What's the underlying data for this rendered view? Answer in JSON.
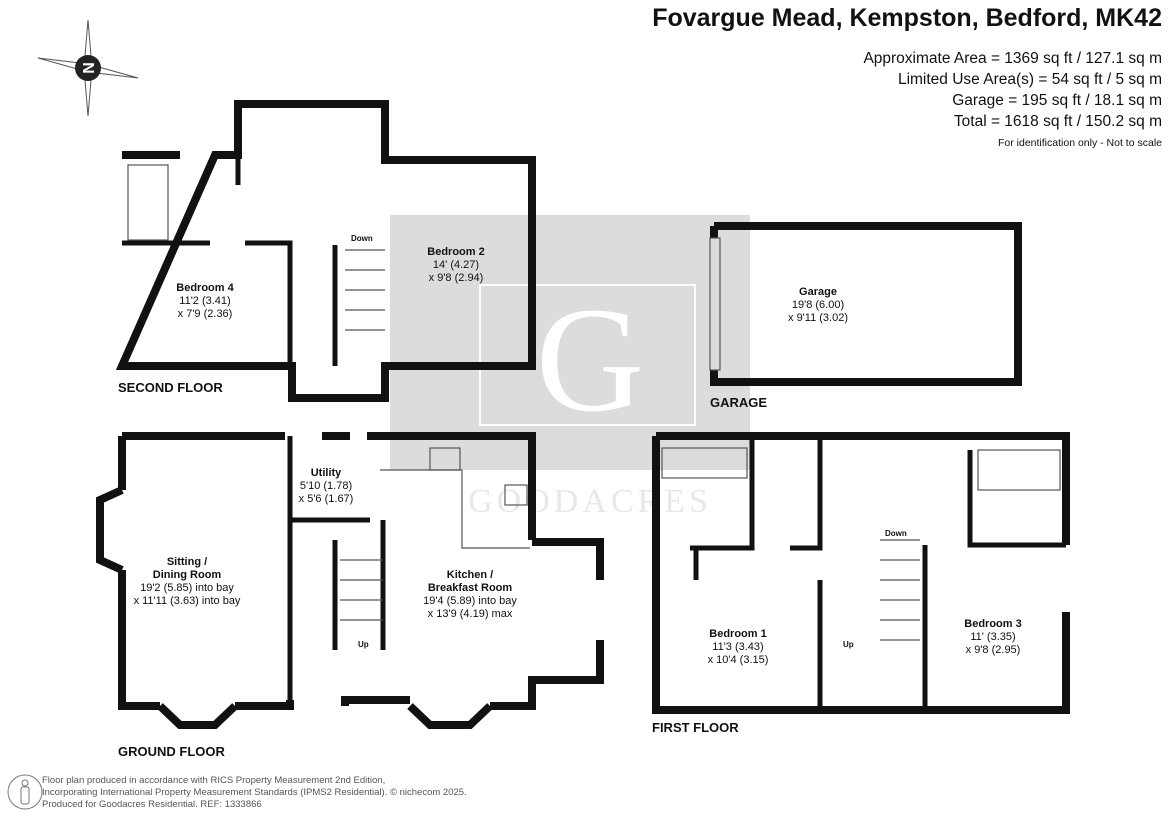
{
  "header": {
    "title": "Fovargue Mead, Kempston, Bedford, MK42",
    "areas": [
      "Approximate Area = 1369 sq ft / 127.1 sq m",
      "Limited Use Area(s) = 54 sq ft / 5 sq m",
      "Garage = 195 sq ft / 18.1 sq m",
      "Total = 1618 sq ft / 150.2 sq m"
    ],
    "note": "For identification only - Not to scale"
  },
  "compass": {
    "label": "N",
    "icon": "compass-icon"
  },
  "watermark": {
    "letter": "G",
    "brand": "GOODACRES"
  },
  "floors": {
    "second": "SECOND FLOOR",
    "garage": "GARAGE",
    "ground": "GROUND FLOOR",
    "first": "FIRST FLOOR"
  },
  "rooms": {
    "bedroom4": {
      "name": "Bedroom 4",
      "dim1": "11'2 (3.41)",
      "dim2": "x 7'9 (2.36)"
    },
    "bedroom2": {
      "name": "Bedroom 2",
      "dim1": "14' (4.27)",
      "dim2": "x 9'8 (2.94)"
    },
    "garage": {
      "name": "Garage",
      "dim1": "19'8 (6.00)",
      "dim2": "x 9'11 (3.02)"
    },
    "utility": {
      "name": "Utility",
      "dim1": "5'10 (1.78)",
      "dim2": "x 5'6 (1.67)"
    },
    "sitting": {
      "name": "Sitting /",
      "name2": "Dining Room",
      "dim1": "19'2 (5.85) into bay",
      "dim2": "x 11'11 (3.63) into bay"
    },
    "kitchen": {
      "name": "Kitchen /",
      "name2": "Breakfast Room",
      "dim1": "19'4 (5.89) into bay",
      "dim2": "x 13'9 (4.19) max"
    },
    "bedroom1": {
      "name": "Bedroom 1",
      "dim1": "11'3 (3.43)",
      "dim2": "x 10'4 (3.15)"
    },
    "bedroom3": {
      "name": "Bedroom 3",
      "dim1": "11' (3.35)",
      "dim2": "x 9'8 (2.95)"
    }
  },
  "stairs": {
    "down": "Down",
    "up": "Up"
  },
  "footer": {
    "lines": [
      "Floor plan produced in accordance with RICS Property Measurement 2nd Edition,",
      "Incorporating International Property Measurement Standards (IPMS2 Residential).   © nichecom 2025.",
      "Produced for Goodacres Residential.   REF: 1333866"
    ]
  }
}
